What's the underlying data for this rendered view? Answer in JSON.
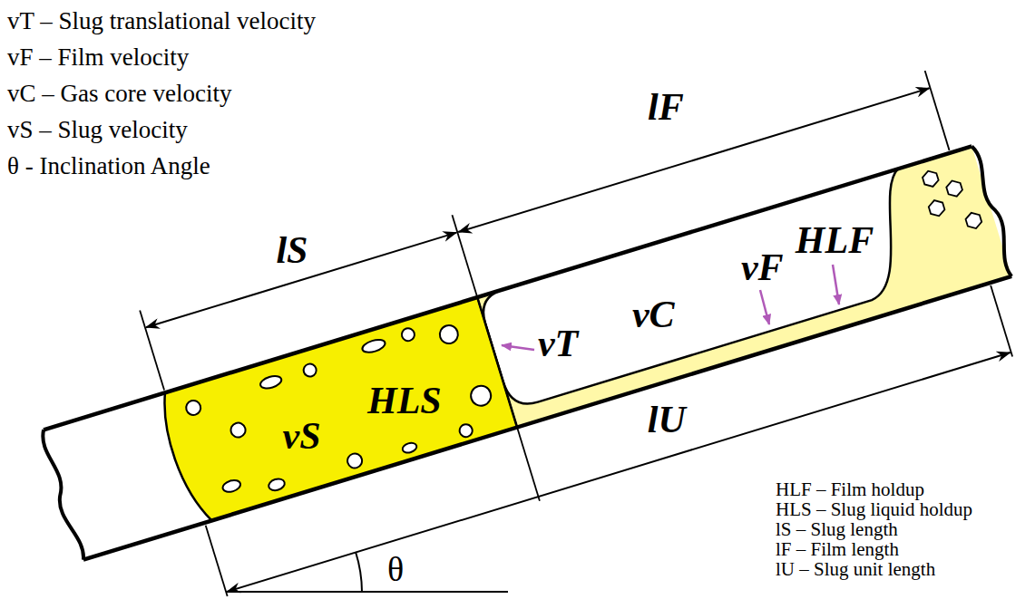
{
  "diagram": {
    "labels": [
      "vT – Slug translational velocity",
      "vF – Film velocity",
      "vC – Gas core velocity",
      "vS – Slug velocity",
      "θ - Inclination Angle",
      "lF",
      "lS",
      "vT",
      "vC",
      "vF",
      "HLF",
      "vS",
      "HLS",
      "lU",
      "θ",
      "HLF – Film holdup",
      "HLS – Slug liquid holdup",
      "lS – Slug length",
      "lF – Film length",
      "lU – Slug unit length"
    ]
  }
}
